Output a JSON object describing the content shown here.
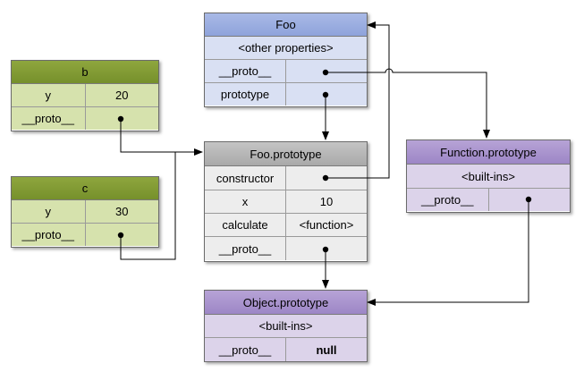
{
  "foo": {
    "title": "Foo",
    "other_properties": "<other properties>",
    "proto_label": "__proto__",
    "prototype_label": "prototype"
  },
  "b": {
    "title": "b",
    "y_label": "y",
    "y_value": "20",
    "proto_label": "__proto__"
  },
  "c": {
    "title": "c",
    "y_label": "y",
    "y_value": "30",
    "proto_label": "__proto__"
  },
  "foo_prototype": {
    "title": "Foo.prototype",
    "constructor_label": "constructor",
    "x_label": "x",
    "x_value": "10",
    "calculate_label": "calculate",
    "calculate_value": "<function>",
    "proto_label": "__proto__"
  },
  "function_prototype": {
    "title": "Function.prototype",
    "builtins": "<built-ins>",
    "proto_label": "__proto__"
  },
  "object_prototype": {
    "title": "Object.prototype",
    "builtins": "<built-ins>",
    "proto_label": "__proto__",
    "proto_value": "null"
  },
  "colors": {
    "foo": "#8ea3db",
    "objects": "#76902b",
    "foo_prototype": "#a9a9a9",
    "builtin_prototypes": "#9d86c6",
    "arrows": "#000000"
  }
}
